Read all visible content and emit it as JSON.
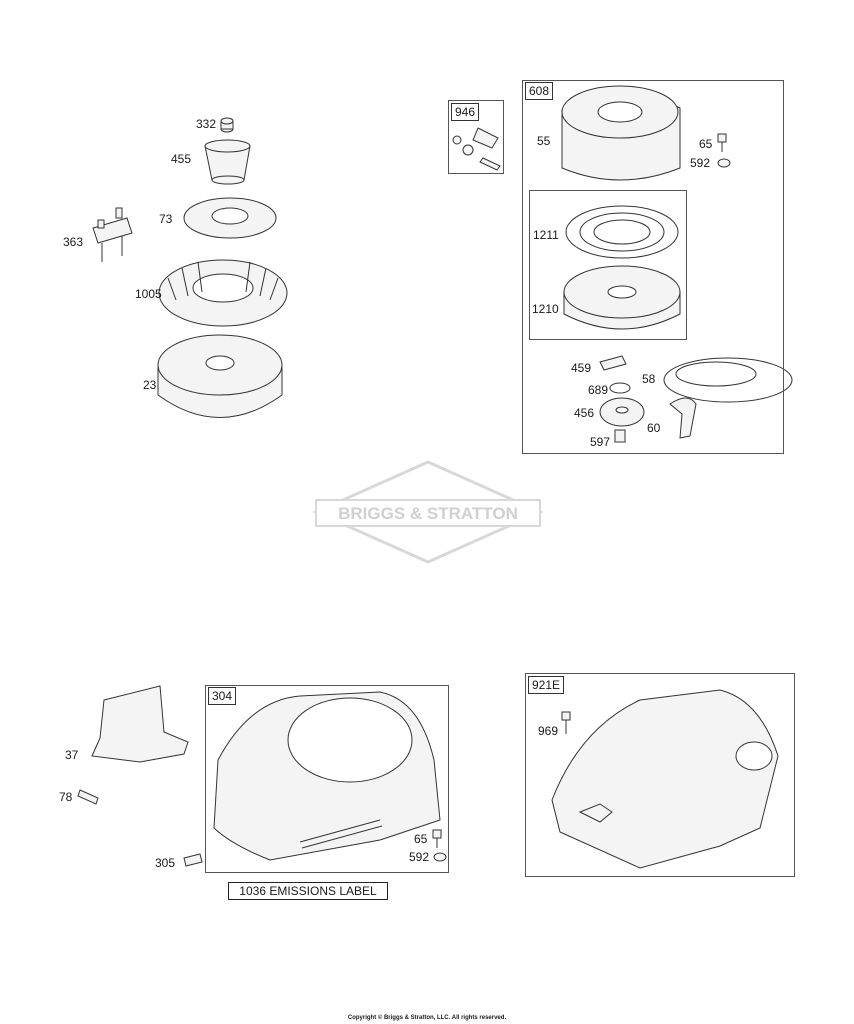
{
  "watermark": "BRIGGS & STRATTON",
  "copyright": "Copyright © Briggs & Stratton, LLC. All rights reserved.",
  "boxes": {
    "kit_946": "946",
    "kit_608": "608",
    "kit_304": "304",
    "kit_921E": "921E"
  },
  "callouts": {
    "p332": "332",
    "p455": "455",
    "p73": "73",
    "p363": "363",
    "p1005": "1005",
    "p23": "23",
    "p55": "55",
    "p65a": "65",
    "p592a": "592",
    "p1211": "1211",
    "p1210": "1210",
    "p459": "459",
    "p58": "58",
    "p689": "689",
    "p456": "456",
    "p60": "60",
    "p597": "597",
    "p37": "37",
    "p78": "78",
    "p65b": "65",
    "p592b": "592",
    "p305": "305",
    "p969": "969"
  },
  "emissions_label": "1036 EMISSIONS LABEL",
  "colors": {
    "line": "#333333",
    "watermark": "#d8d8d8",
    "fill": "#f4f4f4"
  }
}
